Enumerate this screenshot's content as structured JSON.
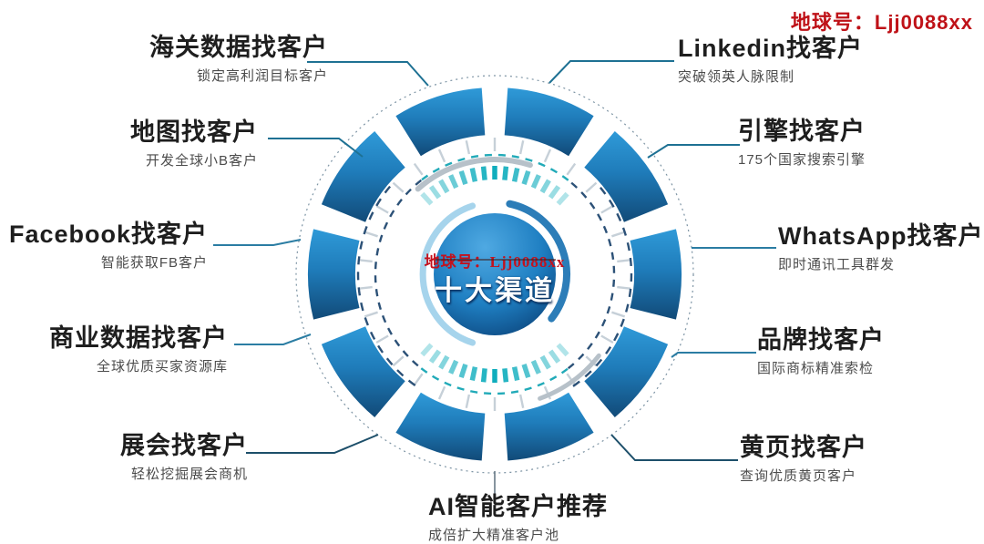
{
  "watermark": {
    "top_right": "地球号：Ljj0088xx",
    "center": "地球号：Ljj0088xx"
  },
  "wheel": {
    "center_title": "十大渠道"
  },
  "channels": [
    {
      "id": "customs",
      "title": "海关数据找客户",
      "subtitle": "锁定高利润目标客户"
    },
    {
      "id": "map",
      "title": "地图找客户",
      "subtitle": "开发全球小B客户"
    },
    {
      "id": "facebook",
      "title": "Facebook找客户",
      "subtitle": "智能获取FB客户"
    },
    {
      "id": "business-data",
      "title": "商业数据找客户",
      "subtitle": "全球优质买家资源库"
    },
    {
      "id": "exhibition",
      "title": "展会找客户",
      "subtitle": "轻松挖掘展会商机"
    },
    {
      "id": "ai",
      "title": "AI智能客户推荐",
      "subtitle": "成倍扩大精准客户池"
    },
    {
      "id": "linkedin",
      "title": "Linkedin找客户",
      "subtitle": "突破领英人脉限制"
    },
    {
      "id": "engine",
      "title": "引擎找客户",
      "subtitle": "175个国家搜索引擎"
    },
    {
      "id": "whatsapp",
      "title": "WhatsApp找客户",
      "subtitle": "即时通讯工具群发"
    },
    {
      "id": "brand",
      "title": "品牌找客户",
      "subtitle": "国际商标精准索检"
    },
    {
      "id": "yellow-pages",
      "title": "黄页找客户",
      "subtitle": "查询优质黄页客户"
    }
  ],
  "colors": {
    "segment_blue_top": "#2f9ad8",
    "segment_blue_bottom": "#114a78",
    "sphere_blue": "#1f7fc2",
    "teal_accent": "#0fadbd",
    "connector_blue": "#1e7193",
    "watermark_red": "#c3121e",
    "title_text": "#1e1e1e",
    "subtitle_text": "#4c4c4c"
  }
}
